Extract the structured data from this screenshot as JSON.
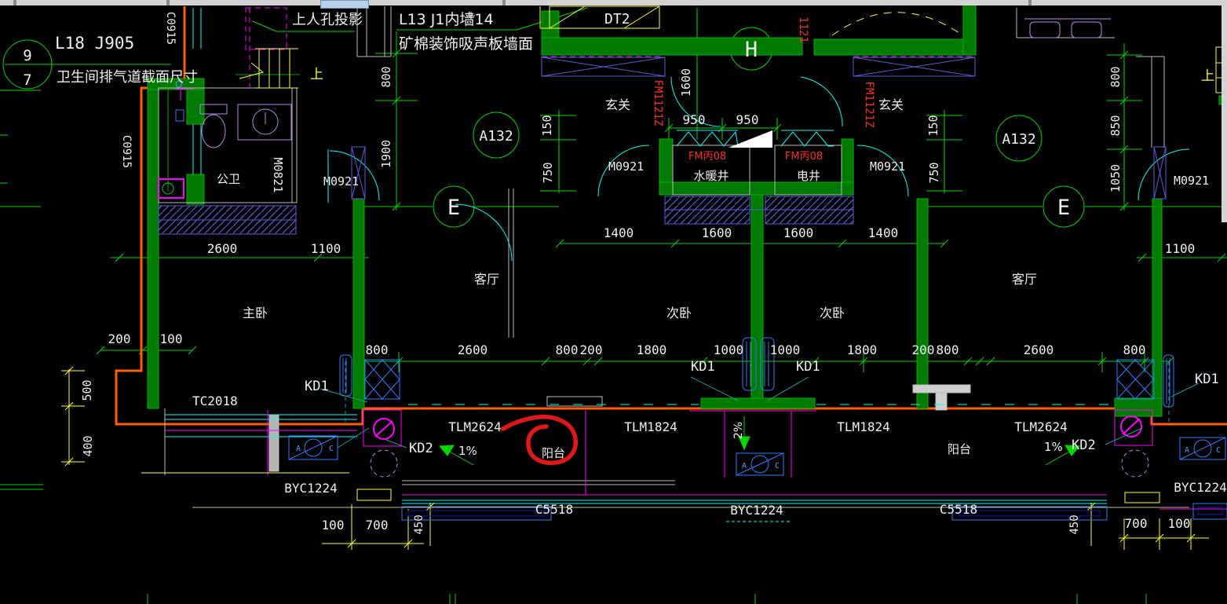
{
  "app": {
    "type": "cad-floor-plan-viewer",
    "canvas_bg": "#000000"
  },
  "colors": {
    "wall_fill_green": "#007a00",
    "line_green": "#00d900",
    "exterior_orange": "#ff5f00",
    "door_cyan": "#00ffff",
    "magenta": "#ff00ff",
    "yellow": "#ffff00",
    "equipment_blue": "#2e7cff",
    "furniture_navy": "#5b5bd6",
    "fixture_purple": "#b38ae6",
    "fire_door_red": "#ff2a2a",
    "marker_red": "#de1818",
    "text_white": "#f0f0f0",
    "wall_gray": "#bdbdbd"
  },
  "annotations": {
    "detail_ref_label": "L18 J905",
    "detail_caption": "卫生间排气道截面尺寸",
    "bubble_top": "9",
    "bubble_bottom": "7",
    "manhole_note": "上人孔投影",
    "wall_note_line1": "L13 J1内墙14",
    "wall_note_line2": "矿棉装饰吸声板墙面",
    "up_label_left": "上",
    "up_label_right": "上",
    "slope_left": "1%",
    "slope_center": "2%",
    "slope_right": "1%"
  },
  "grid_bubbles": {
    "h": "H",
    "e_left": "E",
    "e_right": "E",
    "a_left": "A132",
    "a_right": "A132"
  },
  "rooms": {
    "master_bedroom": "主卧",
    "living_left": "客厅",
    "living_right": "客厅",
    "bedroom_left": "次卧",
    "bedroom_right": "次卧",
    "foyer_left": "玄关",
    "foyer_right": "玄关",
    "public_bath": "公卫",
    "balcony_left": "阳台",
    "balcony_right": "阳台",
    "shaft_water": "水暖井",
    "shaft_electric": "电井"
  },
  "doors": {
    "dt2": "DT2",
    "m0821": "M0821",
    "m0921_bath": "M0921",
    "m0921_left": "M0921",
    "m0921_right": "M0921",
    "m0921_far_right": "M0921",
    "fm1121z_left": "FM1121Z",
    "fm1121z_right": "FM1121Z",
    "fm1121z_top_partial": "1121",
    "fm_b08_left": "FM丙08",
    "fm_b08_right": "FM丙08"
  },
  "windows": {
    "c0915_top": "C0915",
    "c0915_side": "C0915",
    "tc2018": "TC2018",
    "tlm2624_left": "TLM2624",
    "tlm1824_left": "TLM1824",
    "tlm1824_right": "TLM1824",
    "tlm2624_right": "TLM2624",
    "byc1224_left": "BYC1224",
    "byc1224_center": "BYC1224",
    "byc1224_right": "BYC1224",
    "c5518_left": "C5518",
    "c5518_right": "C5518"
  },
  "equipment": {
    "kd1_left": "KD1",
    "kd1_center_left": "KD1",
    "kd1_center_right": "KD1",
    "kd1_right": "KD1",
    "kd2_left": "KD2",
    "kd2_right": "KD2",
    "ac_a": "A",
    "ac_c": "C"
  },
  "dims": {
    "left_top_v": [
      "800",
      "1900"
    ],
    "left_150_750": [
      "150",
      "750"
    ],
    "right_150_750": [
      "150",
      "750"
    ],
    "right_side_v": [
      "800",
      "850",
      "1050"
    ],
    "core_950": [
      "950",
      "950"
    ],
    "core_1600_v": "1600",
    "window_row": [
      "1400",
      "1600",
      "1600",
      "1400"
    ],
    "left_2600_1100": [
      "2600",
      "1100"
    ],
    "right_1100": "1100",
    "left_200_100": [
      "200",
      "100"
    ],
    "bottom_row": [
      "800",
      "2600",
      "800",
      "200",
      "1800",
      "1000",
      "1000",
      "1800",
      "200",
      "800",
      "2600",
      "800"
    ],
    "left_500_400": [
      "500",
      "400"
    ],
    "bottom_left_100_700": [
      "100",
      "700"
    ],
    "bottom_right_700_100": [
      "700",
      "100"
    ],
    "balcony_450_left": "450",
    "balcony_450_right": "450"
  }
}
